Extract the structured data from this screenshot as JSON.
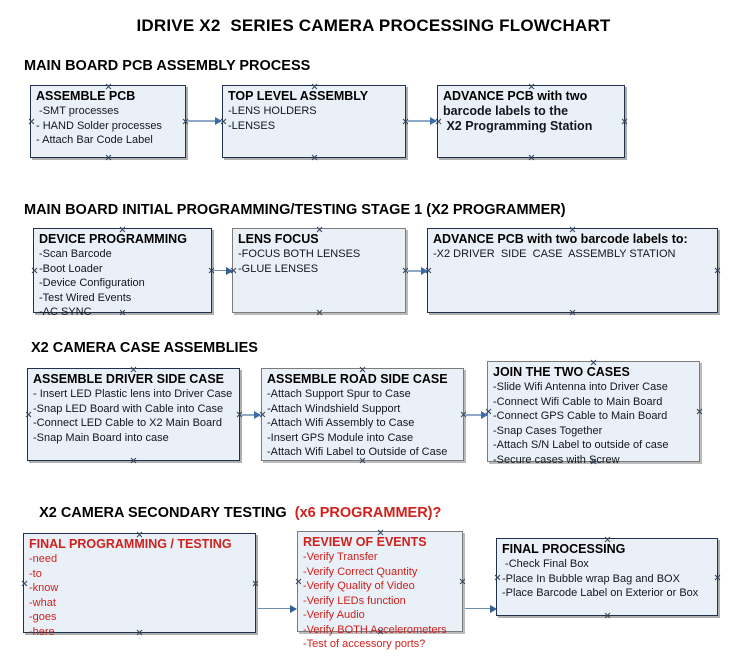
{
  "title": "IDRIVE X2  SERIES CAMERA PROCESSING FLOWCHART",
  "sections": [
    {
      "heading": "MAIN BOARD PCB ASSEMBLY PROCESS",
      "accent": ""
    },
    {
      "heading": "MAIN BOARD INITIAL PROGRAMMING/TESTING STAGE 1 (X2 PROGRAMMER)",
      "accent": ""
    },
    {
      "heading": "X2 CAMERA CASE ASSEMBLIES",
      "accent": ""
    },
    {
      "heading": "X2 CAMERA SECONDARY TESTING  ",
      "accent": "(x6 PROGRAMMER)?"
    }
  ],
  "nodes": {
    "assemble_pcb": {
      "title": "ASSEMBLE PCB",
      "lines": [
        " -SMT processes",
        "- HAND Solder processes",
        "- Attach Bar Code Label"
      ]
    },
    "top_level_assembly": {
      "title": "TOP LEVEL ASSEMBLY",
      "lines": [
        "-LENS HOLDERS",
        "-LENSES"
      ]
    },
    "advance_pcb_station": {
      "title": "ADVANCE PCB with two",
      "lines": [
        "barcode labels to the",
        " X2 Programming Station"
      ]
    },
    "device_programming": {
      "title": "DEVICE PROGRAMMING",
      "lines": [
        "-Scan Barcode",
        "-Boot Loader",
        "-Device Configuration",
        "-Test Wired Events",
        "-AC SYNC"
      ]
    },
    "lens_focus": {
      "title": "LENS FOCUS",
      "lines": [
        "-FOCUS BOTH LENSES",
        "-GLUE LENSES"
      ]
    },
    "advance_pcb_driver_case": {
      "title": "ADVANCE PCB with two barcode labels to:",
      "lines": [
        "-X2 DRIVER  SIDE  CASE  ASSEMBLY STATION"
      ]
    },
    "assemble_driver_side_case": {
      "title": "ASSEMBLE DRIVER SIDE CASE",
      "lines": [
        "- Insert LED Plastic lens into Driver Case",
        "-Snap LED Board with Cable into Case",
        "-Connect LED Cable to X2 Main Board",
        "-Snap Main Board into case"
      ]
    },
    "assemble_road_side_case": {
      "title": "ASSEMBLE ROAD SIDE CASE",
      "lines": [
        "-Attach Support Spur to Case",
        "-Attach Windshield Support",
        "-Attach Wifi Assembly to Case",
        "-Insert GPS Module into Case",
        "-Attach Wifi Label to Outside of Case"
      ]
    },
    "join_the_two_cases": {
      "title": "JOIN THE TWO CASES",
      "lines": [
        "-Slide Wifi Antenna into Driver Case",
        "-Connect Wifi Cable to Main Board",
        "-Connect GPS Cable to Main Board",
        "-Snap Cases Together",
        "-Attach S/N Label to outside of case",
        "-Secure cases with Screw"
      ]
    },
    "final_programming_testing": {
      "title": "FINAL PROGRAMMING / TESTING",
      "lines": [
        "-need",
        "-to",
        "-know",
        "-what",
        "-goes",
        "-here"
      ]
    },
    "review_of_events": {
      "title": "REVIEW OF EVENTS",
      "lines": [
        "-Verify Transfer",
        "-Verify Correct Quantity",
        "-Verify Quality of Video",
        "-Verify LEDs function",
        "-Verify Audio",
        "-Verify BOTH Accelerometers",
        "-Test of accessory ports?"
      ]
    },
    "final_processing": {
      "title": "FINAL PROCESSING",
      "lines": [
        " -Check Final Box",
        "-Place In Bubble wrap Bag and BOX",
        "-Place Barcode Label on Exterior or Box"
      ]
    }
  },
  "colors": {
    "box_fill": "#eaf0f8",
    "box_border": "#21314d",
    "accent_red": "#d0211c",
    "arrow_line": "#8fa9c8",
    "arrow_head": "#3b6ea8"
  }
}
